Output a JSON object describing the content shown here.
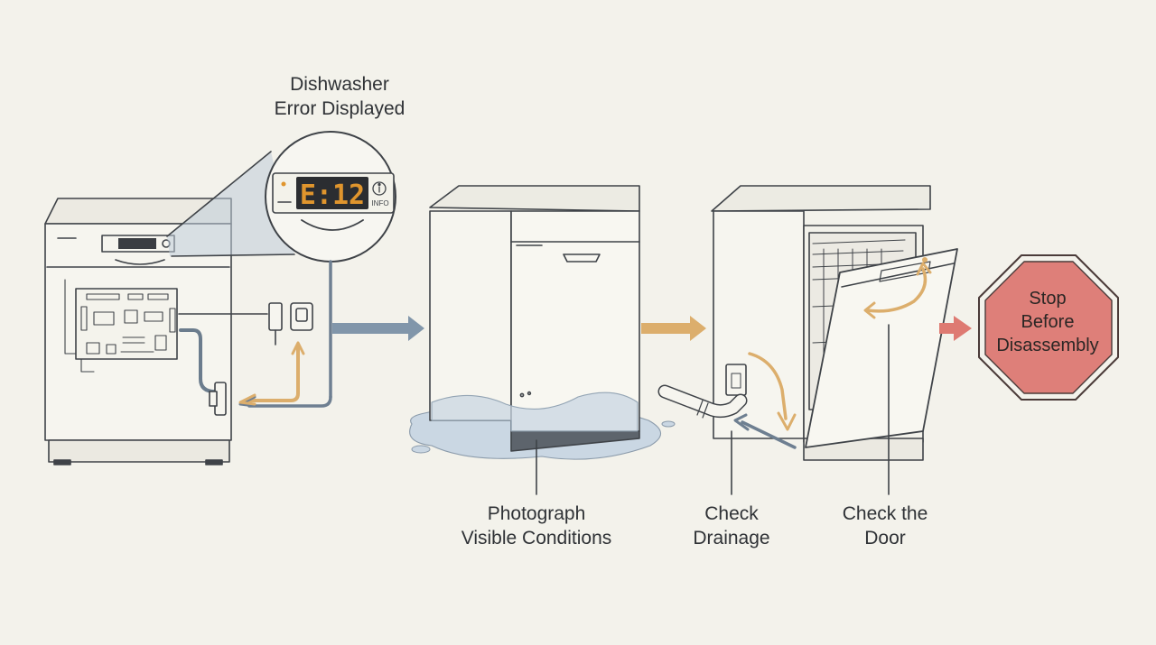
{
  "colors": {
    "background": "#f3f2eb",
    "line": "#3f4348",
    "blue_arrow": "#7f93a8",
    "orange_arrow": "#dcae6c",
    "red_arrow": "#de7a72",
    "stop_fill": "#de7f79",
    "water": "#c7d6e2",
    "display_digits": "#e0952d"
  },
  "callout": {
    "title_line1": "Dishwasher",
    "title_line2": "Error Displayed",
    "error_code": "E:12",
    "info_label": "INFO"
  },
  "steps": [
    {
      "line1": "Photograph",
      "line2": "Visible Conditions"
    },
    {
      "line1": "Check",
      "line2": "Drainage"
    },
    {
      "line1": "Check the",
      "line2": "Door"
    }
  ],
  "stop_sign": {
    "line1": "Stop",
    "line2": "Before",
    "line3": "Disassembly"
  },
  "icons": [
    "dishwasher-icon",
    "circuit-board-icon",
    "sensor-icon",
    "water-puddle-icon",
    "drain-hose-icon",
    "open-door-icon",
    "stop-sign-icon"
  ]
}
